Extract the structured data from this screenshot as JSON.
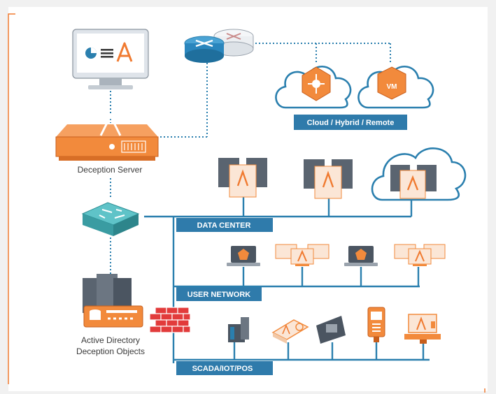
{
  "colors": {
    "background": "#f1f1f1",
    "panel": "#ffffff",
    "frame_accent": "#f07a30",
    "network_line": "#2a7fae",
    "dotted_link": "#2a7fae",
    "label_band": "#2f7bab",
    "orange_device": "#f28a3c",
    "firewall_red": "#e23b3b",
    "text_dark": "#3a3a3a"
  },
  "labels": {
    "deception_server": "Deception Server",
    "cloud_band": "Cloud / Hybrid / Remote",
    "data_center": "DATA CENTER",
    "user_network": "USER NETWORK",
    "scada": "SCADA/IOT/POS",
    "ad_line1": "Active Directory",
    "ad_line2": "Deception Objects"
  },
  "cloud_icons": [
    "deception-node-icon",
    "vm-icon"
  ],
  "data_center_racks": [
    "server-rack-1",
    "server-rack-2",
    "cloud-server-rack"
  ],
  "user_devices": [
    "laptop",
    "workstation-group",
    "laptop",
    "workstation-group"
  ],
  "scada_devices": [
    "industrial-controller",
    "iot-sensor",
    "card-terminal",
    "pos-terminal",
    "pos-register"
  ]
}
